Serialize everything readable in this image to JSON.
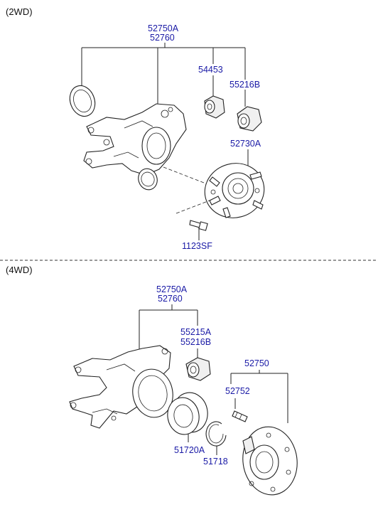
{
  "sections": {
    "top": {
      "label": "(2WD)"
    },
    "bottom": {
      "label": "(4WD)"
    }
  },
  "parts_2wd": {
    "knuckle_a": "52750A",
    "knuckle_b": "52760",
    "bushing_54453": "54453",
    "bushing_55216b": "55216B",
    "hub_52730a": "52730A",
    "bolt_1123sf": "1123SF"
  },
  "parts_4wd": {
    "knuckle_a": "52750A",
    "knuckle_b": "52760",
    "bushing_a": "55215A",
    "bushing_b": "55216B",
    "hub_52750": "52750",
    "bolt_52752": "52752",
    "bearing_51720a": "51720A",
    "snap_ring_51718": "51718"
  },
  "colors": {
    "part_number_text": "#1a1aa6",
    "section_text": "#111111",
    "line_art": "#222222"
  }
}
